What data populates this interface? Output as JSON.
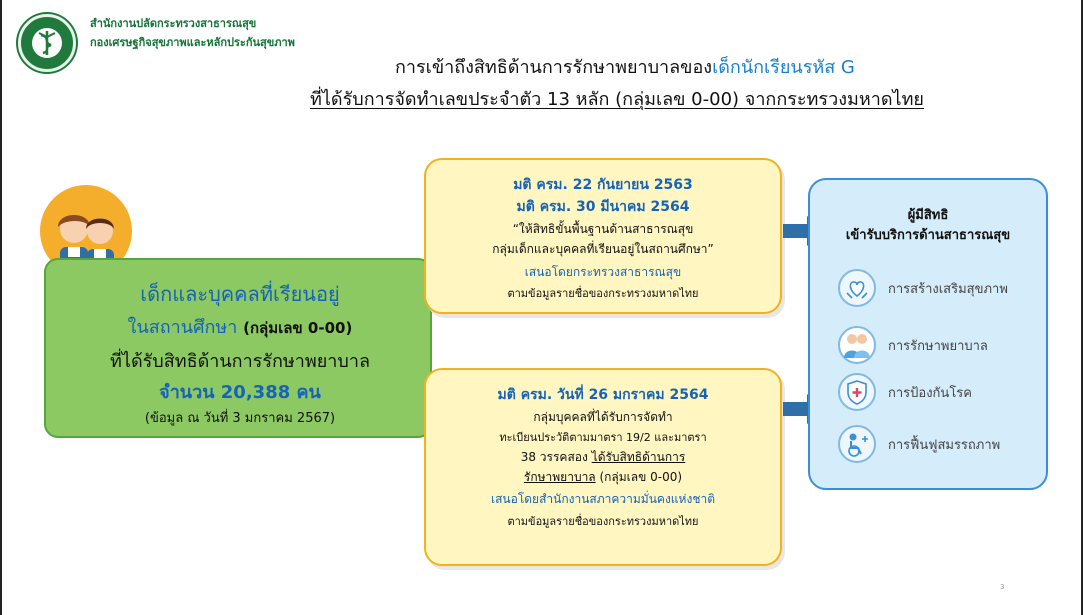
{
  "header": {
    "org_line_1": "สำนักงานปลัดกระทรวงสาธารณสุข",
    "org_line_2": "กองเศรษฐกิจสุขภาพและหลักประกันสุขภาพ",
    "title_line_1_a": "การเข้าถึงสิทธิด้านการรักษาพยาบาลของ",
    "title_line_1_b": "เด็กนักเรียนรหัส G",
    "title_line_2": "ที่ได้รับการจัดทำเลขประจำตัว 13 หลัก (กลุ่มเลข 0-00) จากกระทรวงมหาดไทย"
  },
  "left_box": {
    "line_1": "เด็กและบุคคลที่เรียนอยู่",
    "line_2_a": "ในสถานศึกษา ",
    "line_2_b": "(กลุ่มเลข 0-00)",
    "line_3": "ที่ได้รับสิทธิด้านการรักษาพยาบาล",
    "line_4": "จำนวน 20,388 คน",
    "line_5": "(ข้อมูล ณ วันที่ 3 มกราคม 2567)"
  },
  "top_box": {
    "line_1": "มติ ครม. 22 กันยายน 2563",
    "line_2": "มติ ครม. 30 มีนาคม 2564",
    "line_3": "“ให้สิทธิขั้นพื้นฐานด้านสาธารณสุข",
    "line_4": "กลุ่มเด็กและบุคคลที่เรียนอยู่ในสถานศึกษา”",
    "line_5": "เสนอโดยกระทรวงสาธารณสุข",
    "line_6": "ตามข้อมูลรายชื่อของกระทรวงมหาดไทย"
  },
  "bottom_box": {
    "line_1": "มติ ครม. วันที่ 26 มกราคม 2564",
    "line_2": "กลุ่มบุคคลที่ได้รับการจัดทำ",
    "line_3": "ทะเบียนประวัติตามมาตรา 19/2 และมาตรา",
    "line_4_a": "38 วรรคสอง ",
    "line_4_b": "ได้รับสิทธิด้านการ",
    "line_5_a": "รักษาพยาบาล",
    "line_5_b": " (กลุ่มเลข 0-00)",
    "line_6": "เสนอโดยสำนักงานสภาความมั่นคงแห่งชาติ",
    "line_7": "ตามข้อมูลรายชื่อของกระทรวงมหาดไทย"
  },
  "right_box": {
    "title_1": "ผู้มีสิทธิ",
    "title_2": "เข้ารับบริการด้านสาธารณสุข",
    "services": [
      {
        "label": "การสร้างเสริมสุขภาพ",
        "icon": "health-promotion-icon"
      },
      {
        "label": "การรักษาพยาบาล",
        "icon": "medical-staff-icon"
      },
      {
        "label": "การป้องกันโรค",
        "icon": "shield-icon"
      },
      {
        "label": "การฟื้นฟูสมรรถภาพ",
        "icon": "rehabilitation-icon"
      }
    ]
  },
  "page_number": "3",
  "colors": {
    "green_fill": "#8cc962",
    "yellow_fill": "#fff6c2",
    "blue_fill": "#d5ecfa",
    "accent_blue": "#1663b8",
    "arrow_blue": "#2f6fa8"
  }
}
